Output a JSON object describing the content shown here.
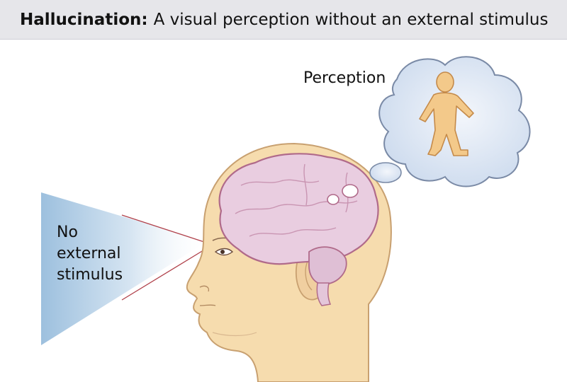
{
  "title": {
    "term": "Hallucination:",
    "definition": "A visual perception without an external stimulus"
  },
  "labels": {
    "perception": "Perception",
    "stimulus_lines": [
      "No",
      "external",
      "stimulus"
    ]
  },
  "colors": {
    "header_bg": "#e6e6ea",
    "skin": "#f6dcae",
    "skin_outline": "#c8a070",
    "brain": "#e9cde0",
    "brain_outline": "#b06a8a",
    "thought_cloud": "#dbe6f3",
    "figure": "#f3c98a",
    "cone": "#9dc0de",
    "leader_line": "#b0404a"
  },
  "icons": [
    "thought-cloud-icon",
    "human-figure-icon",
    "head-profile-icon",
    "brain-icon",
    "stimulus-cone-icon"
  ]
}
